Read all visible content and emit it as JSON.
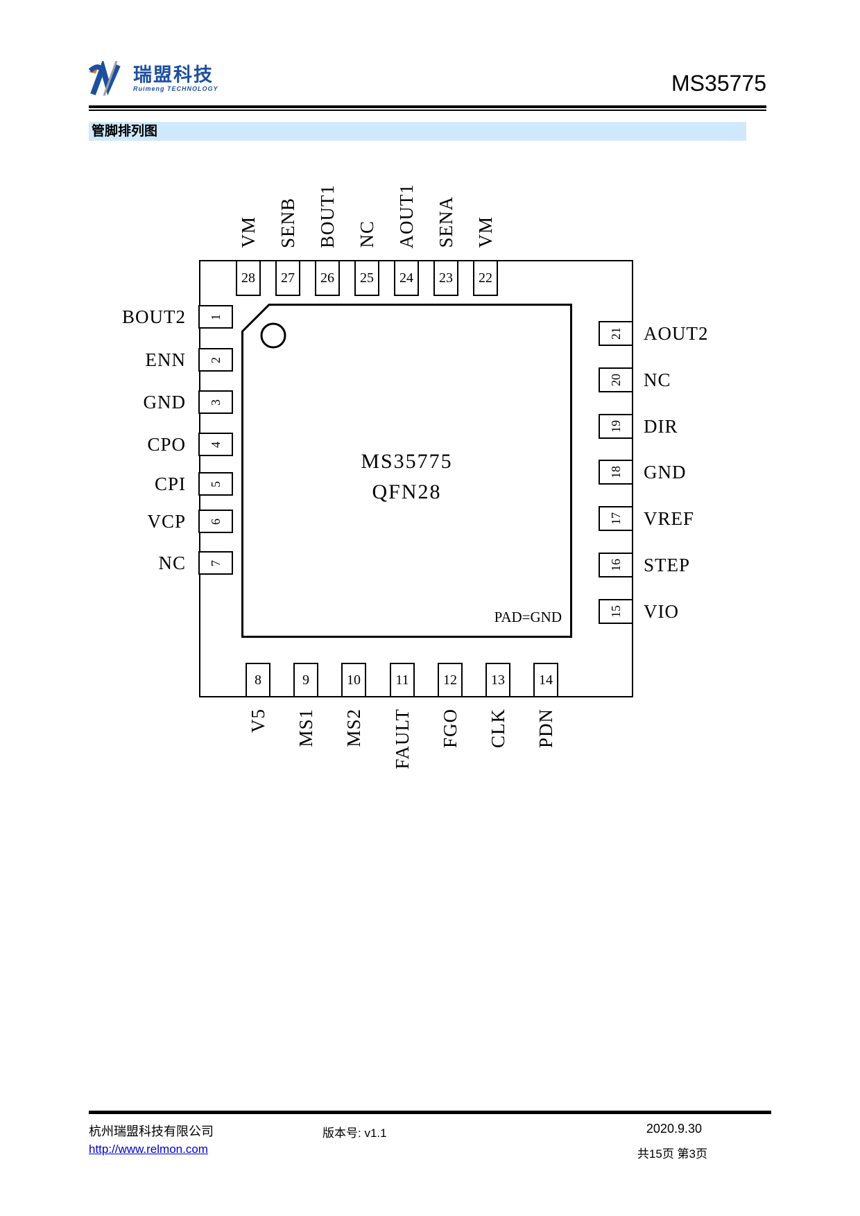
{
  "header": {
    "product": "MS35775"
  },
  "logo": {
    "cn": "瑞盟科技",
    "en": "Ruimeng TECHNOLOGY"
  },
  "section": {
    "title": "管脚排列图"
  },
  "chip": {
    "name": "MS35775",
    "package": "QFN28",
    "pad_note": "PAD=GND"
  },
  "pins": {
    "top": [
      {
        "num": "28",
        "name": "VM"
      },
      {
        "num": "27",
        "name": "SENB"
      },
      {
        "num": "26",
        "name": "BOUT1"
      },
      {
        "num": "25",
        "name": "NC"
      },
      {
        "num": "24",
        "name": "AOUT1"
      },
      {
        "num": "23",
        "name": "SENA"
      },
      {
        "num": "22",
        "name": "VM"
      }
    ],
    "bottom": [
      {
        "num": "8",
        "name": "V5"
      },
      {
        "num": "9",
        "name": "MS1"
      },
      {
        "num": "10",
        "name": "MS2"
      },
      {
        "num": "11",
        "name": "FAULT"
      },
      {
        "num": "12",
        "name": "FGO"
      },
      {
        "num": "13",
        "name": "CLK"
      },
      {
        "num": "14",
        "name": "PDN"
      }
    ],
    "left": [
      {
        "num": "1",
        "name": "BOUT2"
      },
      {
        "num": "2",
        "name": "ENN"
      },
      {
        "num": "3",
        "name": "GND"
      },
      {
        "num": "4",
        "name": "CPO"
      },
      {
        "num": "5",
        "name": "CPI"
      },
      {
        "num": "6",
        "name": "VCP"
      },
      {
        "num": "7",
        "name": "NC"
      }
    ],
    "right": [
      {
        "num": "21",
        "name": "AOUT2"
      },
      {
        "num": "20",
        "name": "NC"
      },
      {
        "num": "19",
        "name": "DIR"
      },
      {
        "num": "18",
        "name": "GND"
      },
      {
        "num": "17",
        "name": "VREF"
      },
      {
        "num": "16",
        "name": "STEP"
      },
      {
        "num": "15",
        "name": "VIO"
      }
    ]
  },
  "footer": {
    "company": "杭州瑞盟科技有限公司",
    "website": "http://www.relmon.com",
    "version": "版本号: v1.1",
    "date": "2020.9.30",
    "pages": "共15页 第3页"
  },
  "colors": {
    "logo_blue": "#1d4f9e",
    "logo_orange": "#e87a1e",
    "section_bg": "#cfe9fb",
    "link_blue": "#0000cc"
  }
}
